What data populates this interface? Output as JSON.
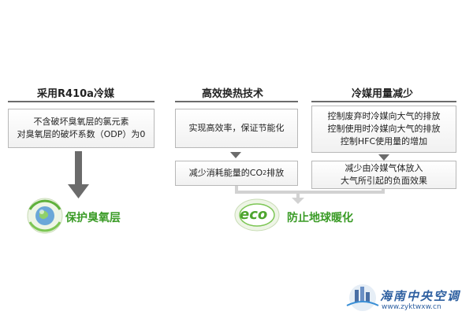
{
  "columns": [
    {
      "heading": "采用R410a冷媒",
      "box": [
        "不含破坏臭氧层的氯元素",
        "对臭氧层的破坏系数（ODP）为0"
      ]
    },
    {
      "heading": "高效换热技术",
      "box": [
        "实现高效率，保证节能化"
      ]
    },
    {
      "heading": "冷媒用量减少",
      "box": [
        "控制废弃时冷媒向大气的排放",
        "控制使用时冷媒向大气的排放",
        "控制HFC使用量的增加"
      ]
    }
  ],
  "second_row": {
    "left_prefix": "减少消耗能量的CO",
    "left_sub": "2",
    "left_suffix": "排放",
    "right": [
      "减少由冷媒气体放入",
      "大气所引起的负面效果"
    ]
  },
  "results": {
    "left": "保护臭氧层",
    "right_logo": "eco",
    "right": "防止地球暖化"
  },
  "watermark": {
    "title": "海南中央空调",
    "url": "www.zyktwxw.cn"
  },
  "colors": {
    "green": "#3a9b26",
    "arrow": "#6b6b6b",
    "connector": "#d2d2d2"
  }
}
